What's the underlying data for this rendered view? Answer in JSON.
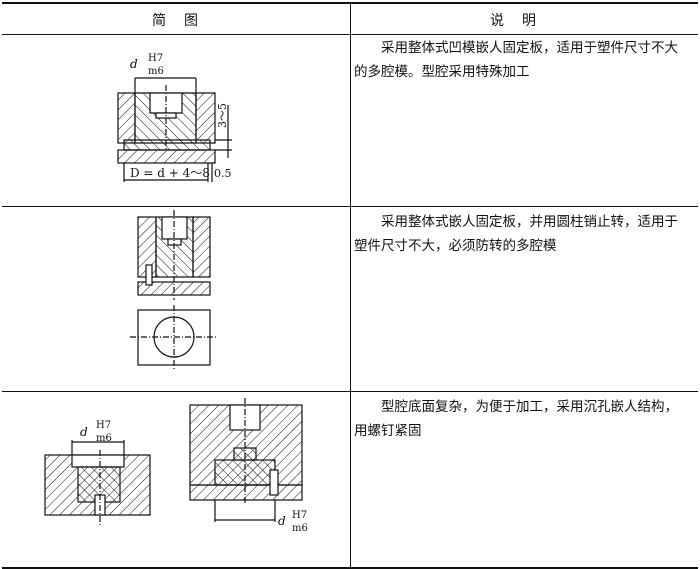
{
  "header": {
    "diagram": "简　图",
    "description": "说　明"
  },
  "rows": [
    {
      "description": "采用整体式凹模嵌人固定板，适用于塑件尺寸不大的多腔模。型腔采用特殊加工",
      "labels": {
        "fit_d": "d",
        "fit_num": "H7",
        "fit_den": "m6",
        "D_formula": "D = d + 4～8",
        "gap": "0.5",
        "depth": "3～5"
      }
    },
    {
      "description": "采用整体式嵌人固定板，并用圆柱销止转，适用于塑件尺寸不大，必须防转的多腔模"
    },
    {
      "description": "型腔底面复杂，为便于加工，采用沉孔嵌人结构，用螺钉紧固",
      "labels": {
        "fit_d": "d",
        "fit_num": "H7",
        "fit_den": "m6"
      }
    }
  ]
}
